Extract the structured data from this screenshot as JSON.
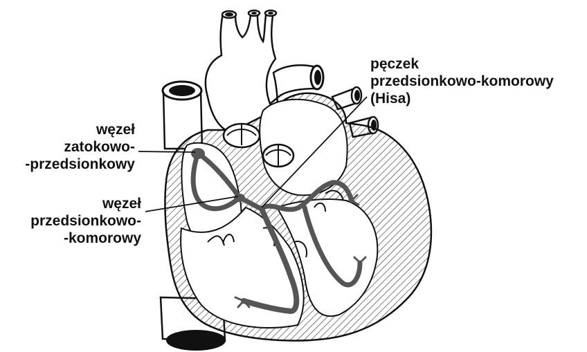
{
  "labels": {
    "sa_node": [
      "węzeł",
      "zatokowo-",
      "-przedsionkowy"
    ],
    "av_node": [
      "węzeł",
      "przedsionkowo-",
      "-komorowy"
    ],
    "bundle_his": [
      "pęczek",
      "przedsionkowo-komorowy",
      "(Hisa)"
    ]
  },
  "colors": {
    "outline": "#111111",
    "conduction_path": "#555555",
    "hatch": "#333333",
    "background": "#ffffff"
  }
}
